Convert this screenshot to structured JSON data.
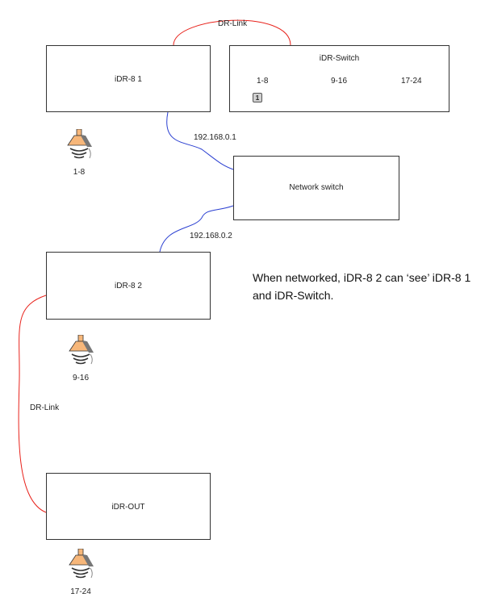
{
  "devices": {
    "idr8_1": {
      "label": "iDR-8 1"
    },
    "idr_switch": {
      "label": "iDR-Switch",
      "ranges": [
        "1-8",
        "9-16",
        "17-24"
      ],
      "badge": "1"
    },
    "network_switch": {
      "label": "Network switch"
    },
    "idr8_2": {
      "label": "iDR-8 2"
    },
    "idr_out": {
      "label": "iDR-OUT"
    }
  },
  "links": {
    "dr_link_top": "DR-Link",
    "dr_link_side": "DR-Link",
    "ip_1": "192.168.0.1",
    "ip_2": "192.168.0.2"
  },
  "speakers": {
    "s1": "1-8",
    "s2": "9-16",
    "s3": "17-24"
  },
  "note": "When networked, iDR-8 2 can ‘see’ iDR-8 1 and iDR-Switch.",
  "colors": {
    "dr_link": "#e8231c",
    "network": "#2a3fd1",
    "speaker_fill": "#f7b77a"
  }
}
